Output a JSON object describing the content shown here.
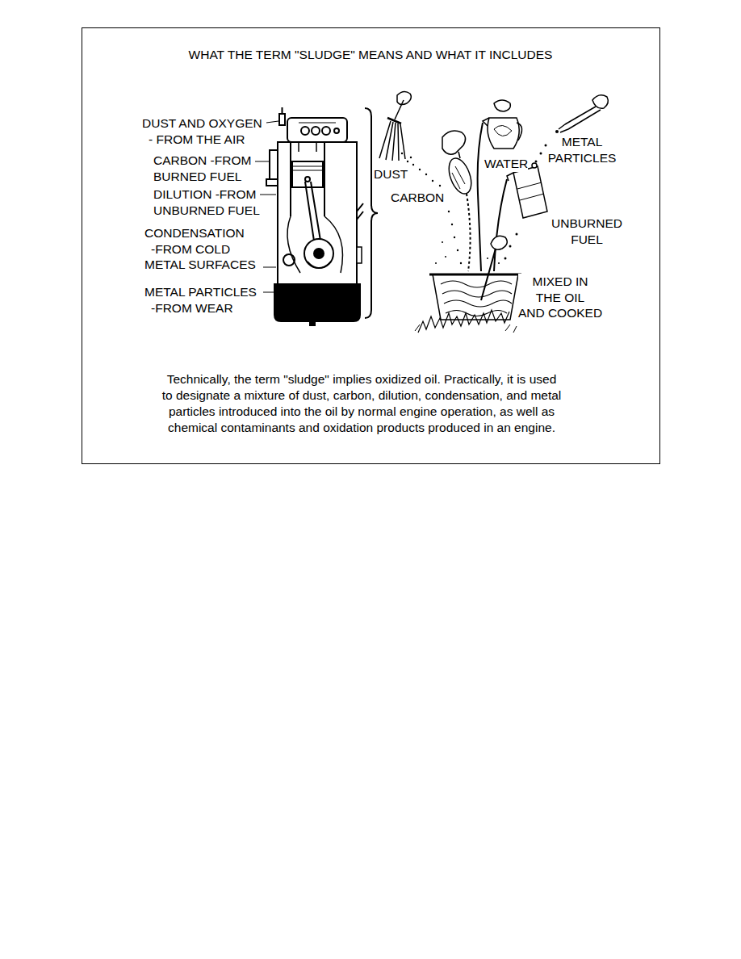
{
  "diagram": {
    "title": "WHAT THE TERM \"SLUDGE\" MEANS AND WHAT IT INCLUDES",
    "caption": "Technically, the term \"sludge\" implies oxidized oil. Practically, it is used to designate a mixture of dust, carbon, dilution, condensation, and metal particles introduced into the oil by normal engine operation, as well as chemical contaminants and oxidation products produced in an engine.",
    "labels": [
      "DUST AND OXYGEN - FROM THE AIR",
      "CARBON -FROM BURNED FUEL",
      "DILUTION -FROM UNBURNED FUEL",
      "CONDENSATION -FROM COLD METAL SURFACES",
      "METAL PARTICLES -FROM WEAR",
      "DUST",
      "WATER",
      "METAL PARTICLES",
      "CARBON",
      "UNBURNED FUEL",
      "MIXED IN THE OIL AND COOKED"
    ]
  }
}
